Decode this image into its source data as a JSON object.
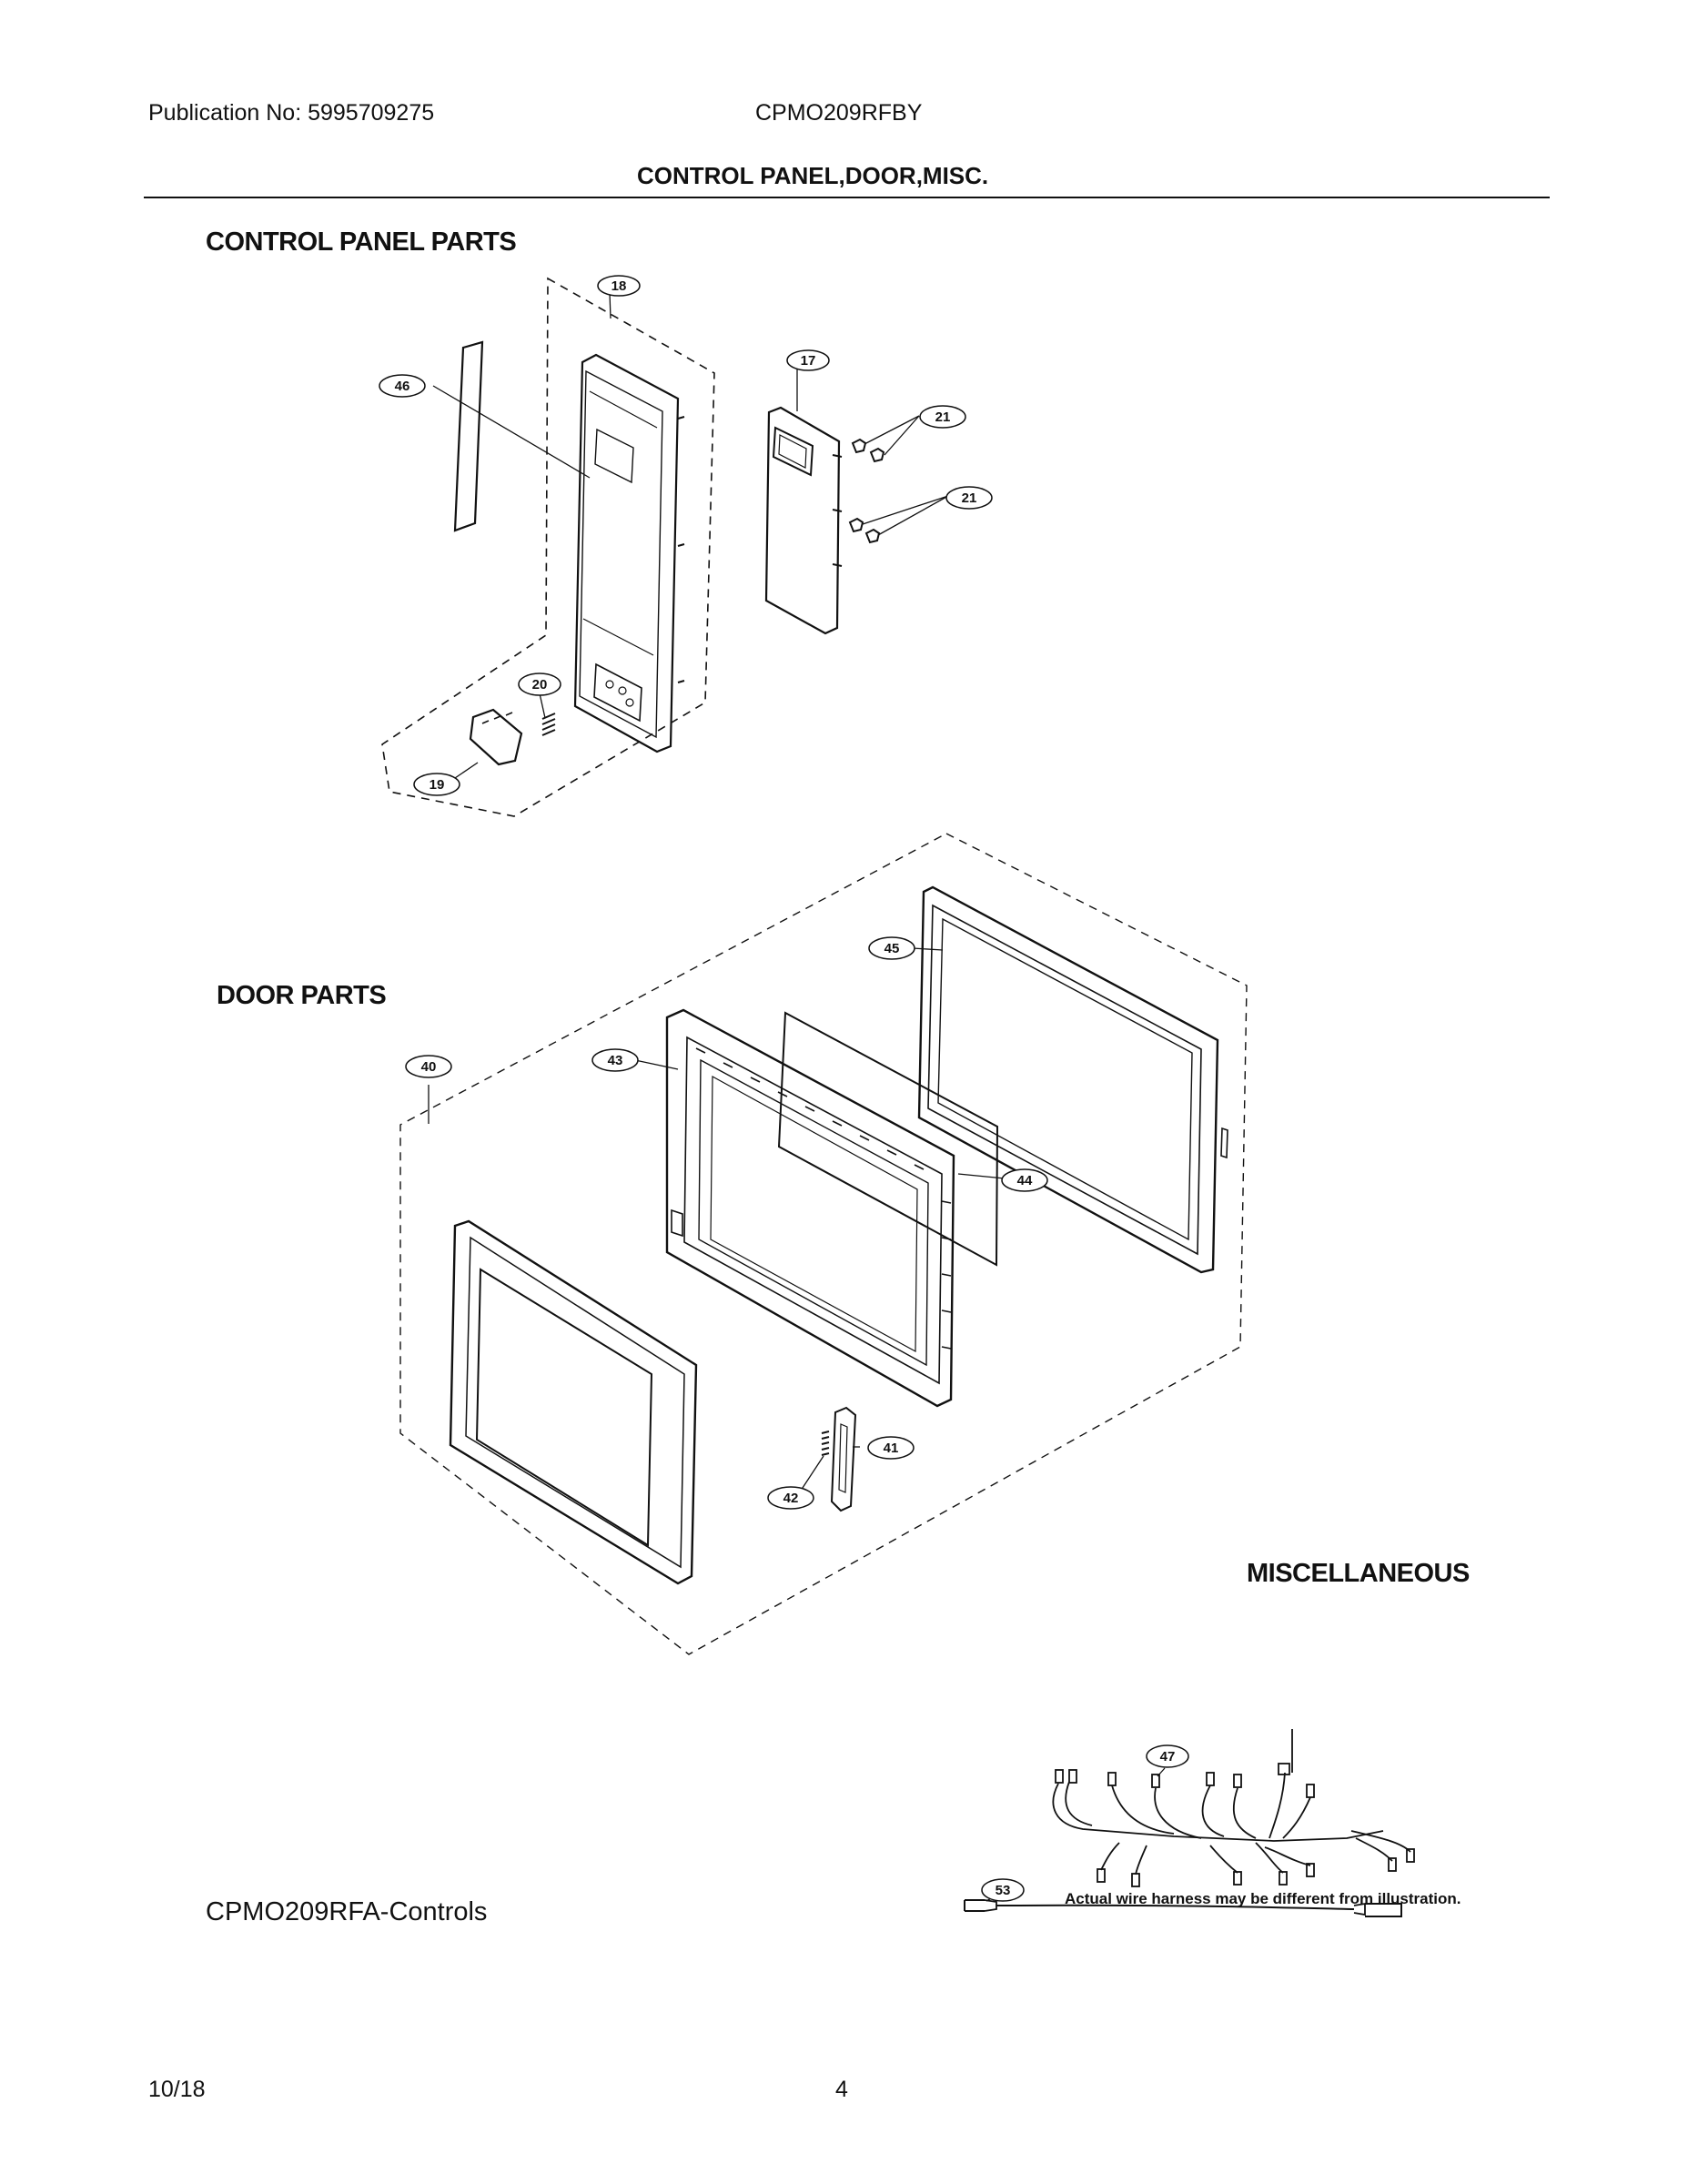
{
  "header": {
    "publication": "Publication No: 5995709275",
    "model": "CPMO209RFBY",
    "title": "CONTROL PANEL,DOOR,MISC."
  },
  "sections": {
    "control_panel": "CONTROL PANEL PARTS",
    "door": "DOOR PARTS",
    "misc": "MISCELLANEOUS"
  },
  "callouts": {
    "c18": "18",
    "c46": "46",
    "c17": "17",
    "c21a": "21",
    "c21b": "21",
    "c20": "20",
    "c19": "19",
    "c45": "45",
    "c40": "40",
    "c43": "43",
    "c44": "44",
    "c41": "41",
    "c42": "42",
    "c47": "47",
    "c53": "53"
  },
  "misc_note": "Actual wire harness may be different from illustration.",
  "drawing_id": "CPMO209RFA-Controls",
  "footer": {
    "date": "10/18",
    "page": "4"
  }
}
